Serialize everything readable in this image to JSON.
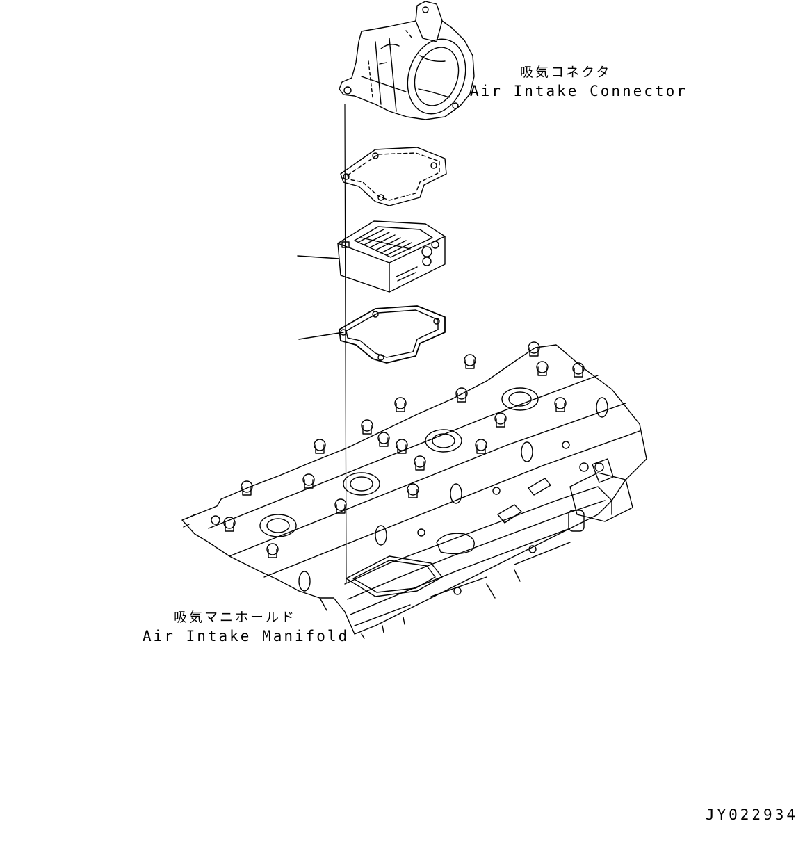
{
  "labels": {
    "connector_jp": "吸気コネクタ",
    "connector_en": "Air Intake Connector",
    "manifold_jp": "吸気マニホールド",
    "manifold_en": "Air Intake Manifold"
  },
  "drawing_number": "JY022934",
  "colors": {
    "line": "#000000",
    "background": "#ffffff"
  }
}
